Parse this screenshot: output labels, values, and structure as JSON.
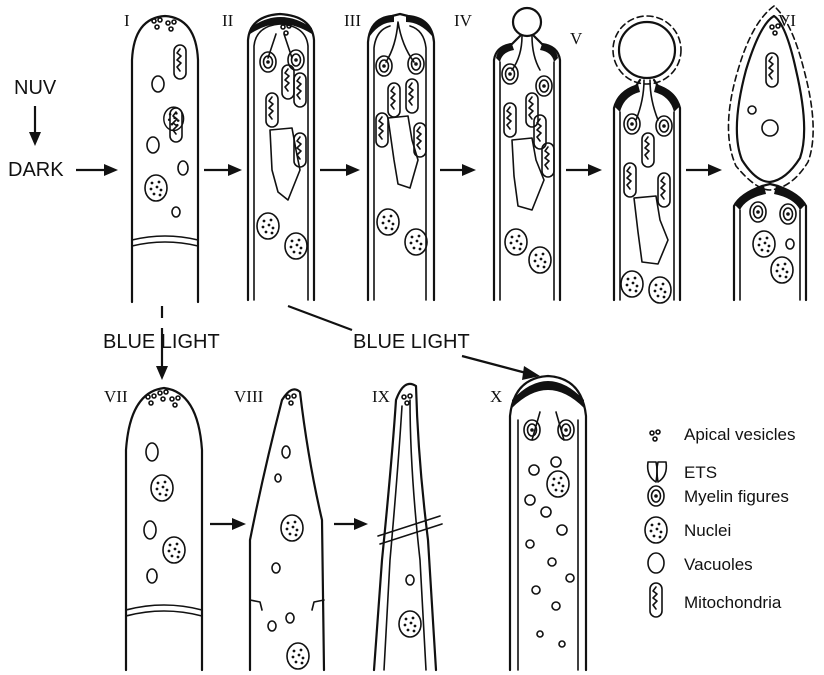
{
  "stages": {
    "s1": "I",
    "s2": "II",
    "s3": "III",
    "s4": "IV",
    "s5": "V",
    "s6": "VI",
    "s7": "VII",
    "s8": "VIII",
    "s9": "IX",
    "s10": "X"
  },
  "conditions": {
    "nuv": "NUV",
    "dark": "DARK",
    "blue_light_1": "BLUE LIGHT",
    "blue_light_2": "BLUE LIGHT"
  },
  "legend": {
    "items": [
      {
        "label": "Apical vesicles",
        "icon": "apical-vesicles-icon"
      },
      {
        "label": "ETS",
        "icon": "ets-icon"
      },
      {
        "label": "Myelin figures",
        "icon": "myelin-figures-icon"
      },
      {
        "label": "Nuclei",
        "icon": "nuclei-icon"
      },
      {
        "label": "Vacuoles",
        "icon": "vacuoles-icon"
      },
      {
        "label": "Mitochondria",
        "icon": "mitochondria-icon"
      }
    ]
  },
  "colors": {
    "ink": "#111111",
    "paper": "#ffffff"
  }
}
